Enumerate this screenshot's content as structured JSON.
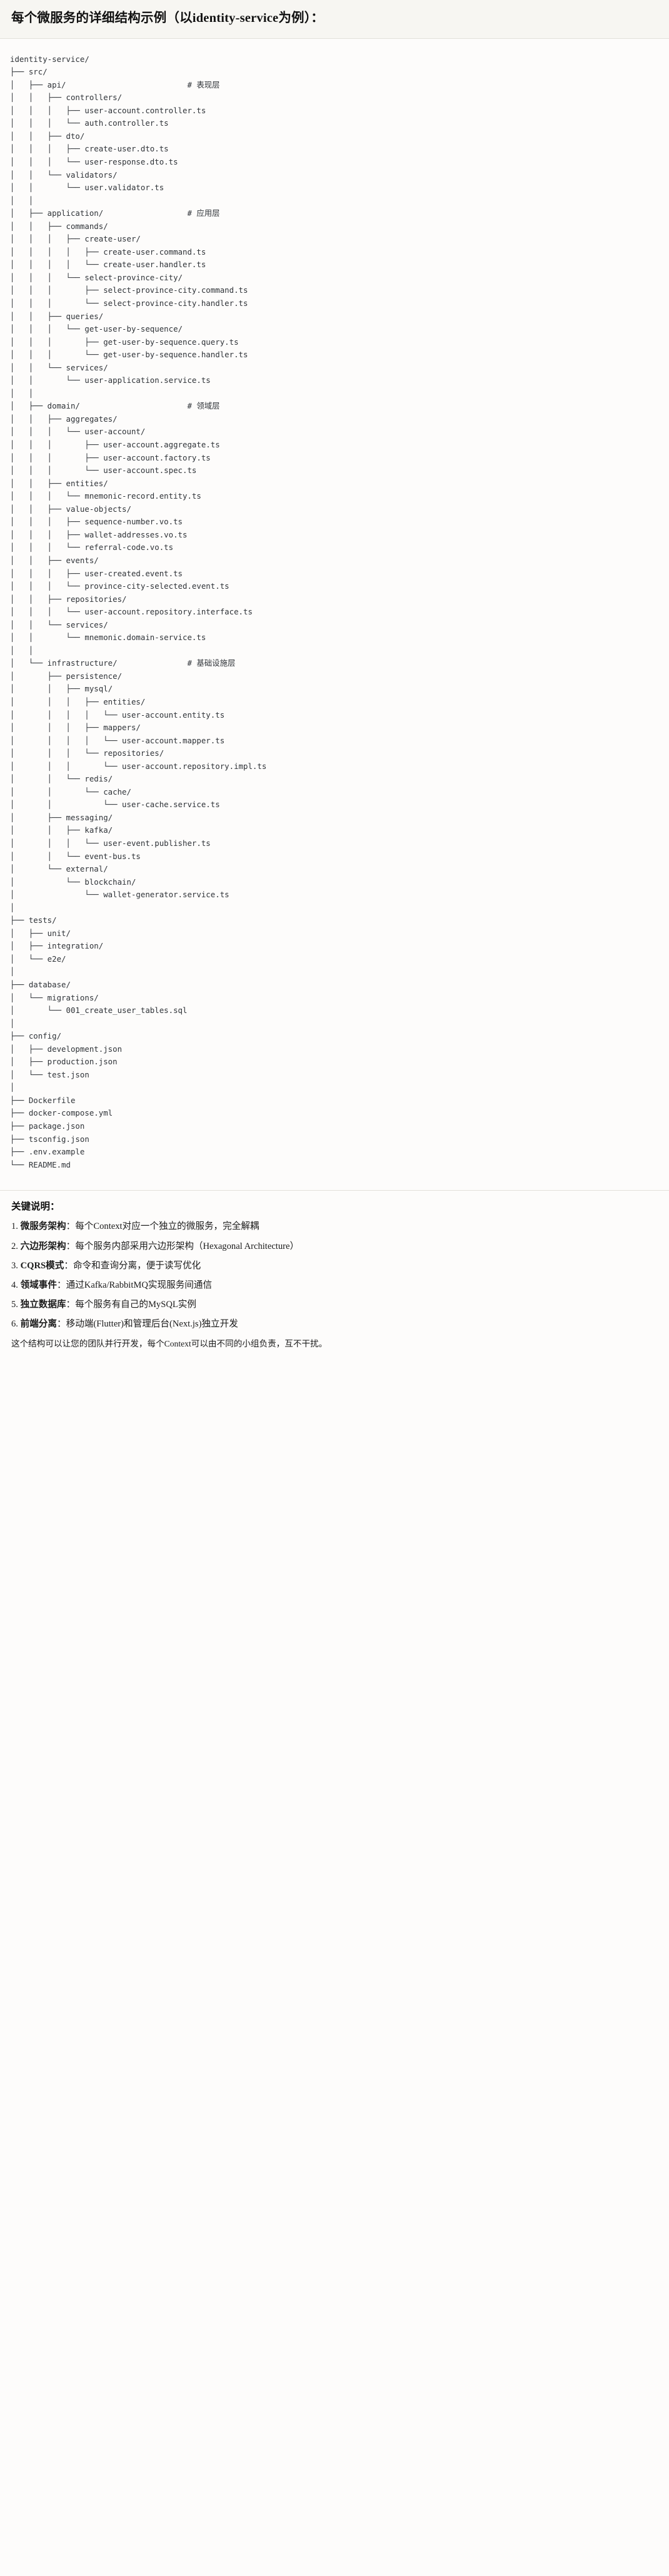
{
  "header": {
    "title": "每个微服务的详细结构示例（以identity-service为例）："
  },
  "tree": {
    "root": "identity-service/",
    "text": "identity-service/\n├── src/\n│   ├── api/                          # 表现层\n│   │   ├── controllers/\n│   │   │   ├── user-account.controller.ts\n│   │   │   └── auth.controller.ts\n│   │   ├── dto/\n│   │   │   ├── create-user.dto.ts\n│   │   │   └── user-response.dto.ts\n│   │   └── validators/\n│   │       └── user.validator.ts\n│   │\n│   ├── application/                  # 应用层\n│   │   ├── commands/\n│   │   │   ├── create-user/\n│   │   │   │   ├── create-user.command.ts\n│   │   │   │   └── create-user.handler.ts\n│   │   │   └── select-province-city/\n│   │   │       ├── select-province-city.command.ts\n│   │   │       └── select-province-city.handler.ts\n│   │   ├── queries/\n│   │   │   └── get-user-by-sequence/\n│   │   │       ├── get-user-by-sequence.query.ts\n│   │   │       └── get-user-by-sequence.handler.ts\n│   │   └── services/\n│   │       └── user-application.service.ts\n│   │\n│   ├── domain/                       # 领域层\n│   │   ├── aggregates/\n│   │   │   └── user-account/\n│   │   │       ├── user-account.aggregate.ts\n│   │   │       ├── user-account.factory.ts\n│   │   │       └── user-account.spec.ts\n│   │   ├── entities/\n│   │   │   └── mnemonic-record.entity.ts\n│   │   ├── value-objects/\n│   │   │   ├── sequence-number.vo.ts\n│   │   │   ├── wallet-addresses.vo.ts\n│   │   │   └── referral-code.vo.ts\n│   │   ├── events/\n│   │   │   ├── user-created.event.ts\n│   │   │   └── province-city-selected.event.ts\n│   │   ├── repositories/\n│   │   │   └── user-account.repository.interface.ts\n│   │   └── services/\n│   │       └── mnemonic.domain-service.ts\n│   │\n│   └── infrastructure/               # 基础设施层\n│       ├── persistence/\n│       │   ├── mysql/\n│       │   │   ├── entities/\n│       │   │   │   └── user-account.entity.ts\n│       │   │   ├── mappers/\n│       │   │   │   └── user-account.mapper.ts\n│       │   │   └── repositories/\n│       │   │       └── user-account.repository.impl.ts\n│       │   └── redis/\n│       │       └── cache/\n│       │           └── user-cache.service.ts\n│       ├── messaging/\n│       │   ├── kafka/\n│       │   │   └── user-event.publisher.ts\n│       │   └── event-bus.ts\n│       └── external/\n│           └── blockchain/\n│               └── wallet-generator.service.ts\n│\n├── tests/\n│   ├── unit/\n│   ├── integration/\n│   └── e2e/\n│\n├── database/\n│   └── migrations/\n│       └── 001_create_user_tables.sql\n│\n├── config/\n│   ├── development.json\n│   ├── production.json\n│   └── test.json\n│\n├── Dockerfile\n├── docker-compose.yml\n├── package.json\n├── tsconfig.json\n├── .env.example\n└── README.md",
    "layer_comments": [
      "# 表现层",
      "# 应用层",
      "# 领域层",
      "# 基础设施层"
    ]
  },
  "key_points": {
    "heading": "关键说明：",
    "items": [
      {
        "number": "1.",
        "term": "微服务架构",
        "separator": "：",
        "description": "每个Context对应一个独立的微服务，完全解耦"
      },
      {
        "number": "2.",
        "term": "六边形架构",
        "separator": "：",
        "description": "每个服务内部采用六边形架构（Hexagonal Architecture）"
      },
      {
        "number": "3.",
        "term": "CQRS模式",
        "separator": "：",
        "description": "命令和查询分离，便于读写优化"
      },
      {
        "number": "4.",
        "term": "领域事件",
        "separator": "：",
        "description": "通过Kafka/RabbitMQ实现服务间通信"
      },
      {
        "number": "5.",
        "term": "独立数据库",
        "separator": "：",
        "description": "每个服务有自己的MySQL实例"
      },
      {
        "number": "6.",
        "term": "前端分离",
        "separator": "：",
        "description": "移动端(Flutter)和管理后台(Next.js)独立开发"
      }
    ],
    "closing": "这个结构可以让您的团队并行开发，每个Context可以由不同的小组负责，互不干扰。"
  },
  "colors": {
    "background": "#fdfcfb",
    "header_band": "#f7f6f2",
    "divider": "#e2e0da",
    "tree_text": "#2f3338",
    "body_text": "#1a1a1a"
  }
}
